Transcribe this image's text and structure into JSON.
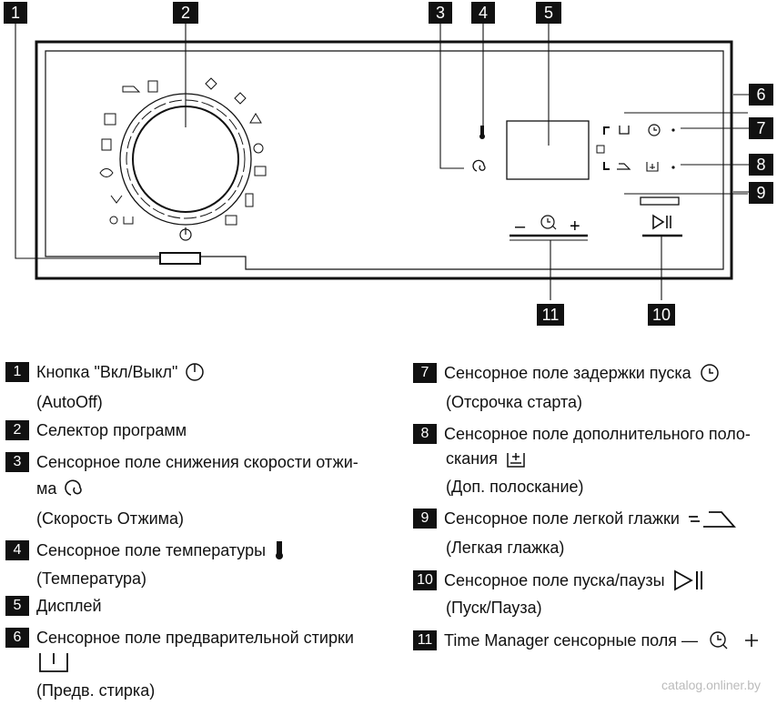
{
  "callouts": [
    "1",
    "2",
    "3",
    "4",
    "5",
    "6",
    "7",
    "8",
    "9",
    "10",
    "11"
  ],
  "legend": [
    {
      "num": "1",
      "text": "Кнопка \"Вкл/Выкл\"",
      "sub": "(AutoOff)"
    },
    {
      "num": "2",
      "text": "Селектор программ",
      "sub": ""
    },
    {
      "num": "3",
      "text": "Сенсорное поле снижения скорости отжи-",
      "text2": "ма",
      "sub": "(Скорость Отжима)"
    },
    {
      "num": "4",
      "text": "Сенсорное поле температуры",
      "sub": "(Температура)"
    },
    {
      "num": "5",
      "text": "Дисплей",
      "sub": ""
    },
    {
      "num": "6",
      "text": "Сенсорное поле предварительной стирки",
      "sub": "(Предв. стирка)"
    },
    {
      "num": "7",
      "text": "Сенсорное поле задержки пуска",
      "sub": "(Отсрочка старта)"
    },
    {
      "num": "8",
      "text": "Сенсорное поле дополнительного поло-",
      "text2": "скания",
      "sub": "(Доп. полоскание)"
    },
    {
      "num": "9",
      "text": "Сенсорное поле легкой глажки",
      "sub": "(Легкая глажка)"
    },
    {
      "num": "10",
      "text": "Сенсорное поле пуска/паузы",
      "sub": "(Пуск/Пауза)"
    },
    {
      "num": "11",
      "text": "Time Manager сенсорные поля —",
      "sub": ""
    }
  ],
  "panel": {
    "minus": "–",
    "plus": "+"
  },
  "watermark": "catalog.onliner.by",
  "icons": [
    "power-icon",
    "spin-icon",
    "thermometer-icon",
    "prewash-icon",
    "delay-clock-icon",
    "extra-rinse-icon",
    "easy-iron-icon",
    "play-pause-icon",
    "time-manager-icon"
  ]
}
